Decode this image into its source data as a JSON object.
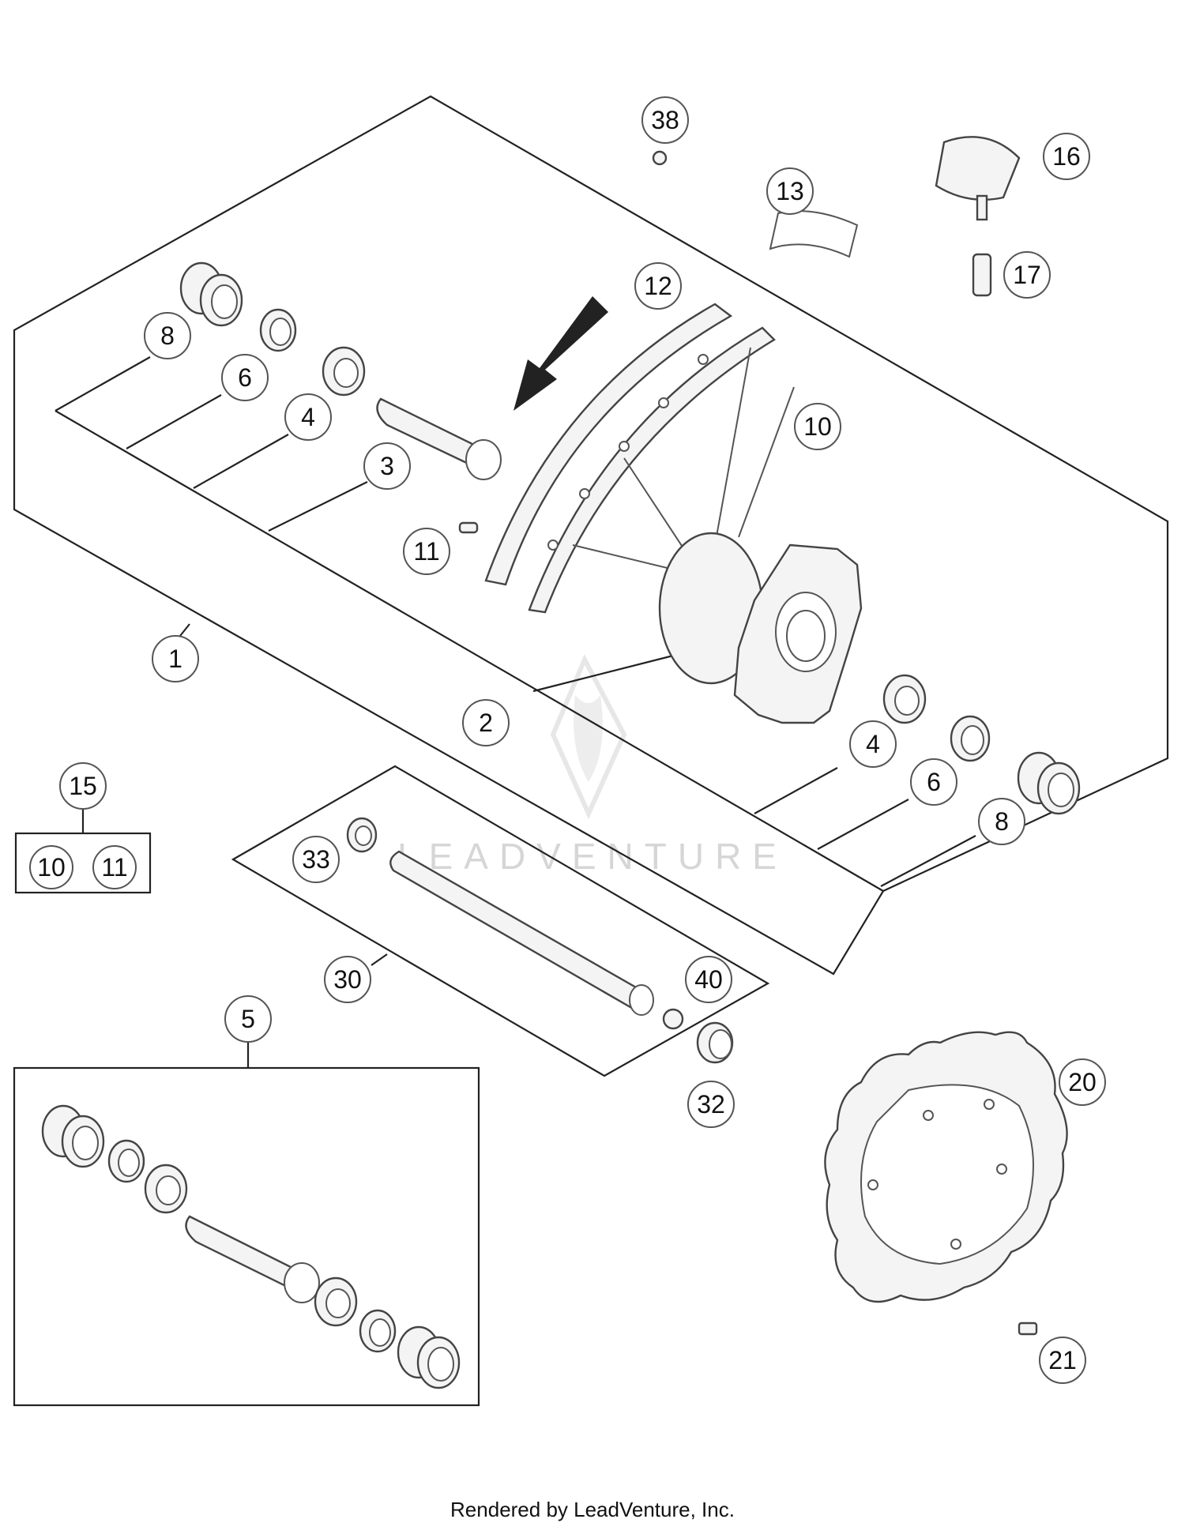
{
  "callouts": {
    "c1": "1",
    "c2": "2",
    "c3": "3",
    "c4a": "4",
    "c4b": "4",
    "c5": "5",
    "c6a": "6",
    "c6b": "6",
    "c8a": "8",
    "c8b": "8",
    "c10a": "10",
    "c10b": "10",
    "c11a": "11",
    "c11b": "11",
    "c12": "12",
    "c13": "13",
    "c15": "15",
    "c16": "16",
    "c17": "17",
    "c20": "20",
    "c21": "21",
    "c30": "30",
    "c32": "32",
    "c33": "33",
    "c38": "38",
    "c40": "40"
  },
  "watermark": "LEADVENTURE",
  "footer": "Rendered by LeadVenture, Inc.",
  "colors": {
    "ink": "#222222",
    "watermark": "#d6d6d6",
    "background": "#ffffff"
  }
}
